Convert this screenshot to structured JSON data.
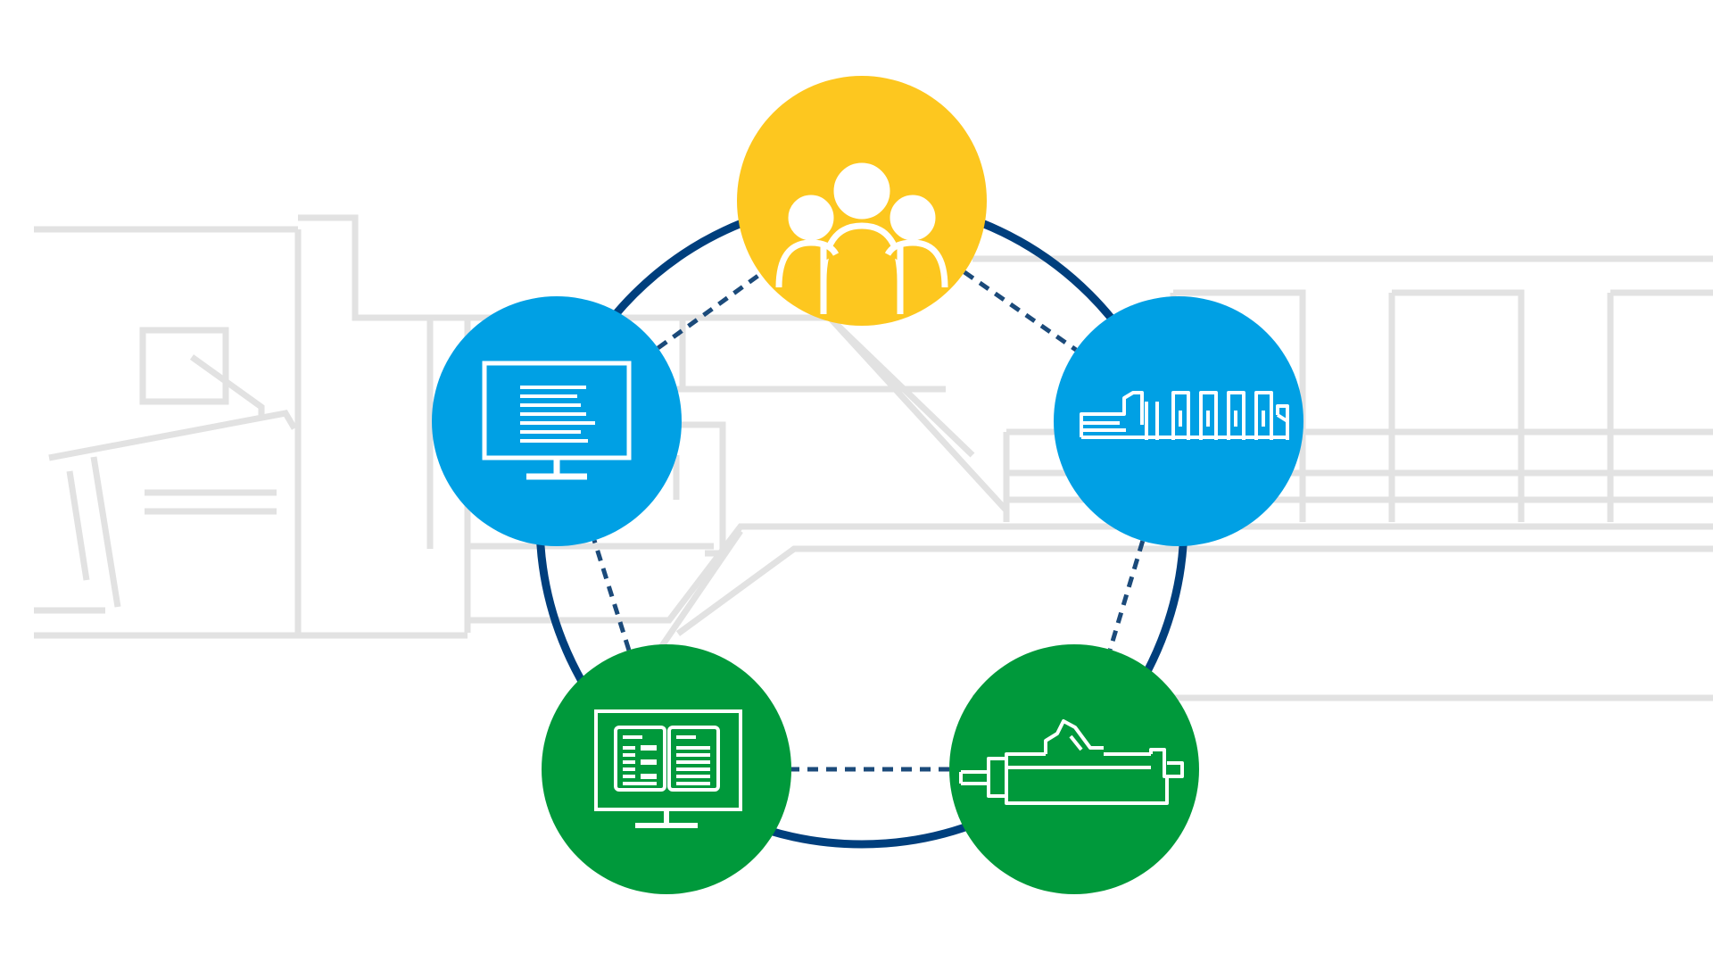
{
  "diagram": {
    "type": "cycle",
    "ring_color": "#003f7d",
    "connector_color": "#1b4a7a",
    "background_line_color": "#e2e2e2",
    "nodes": [
      {
        "id": "people",
        "icon": "people-group-icon",
        "color": "#fdc71f"
      },
      {
        "id": "press",
        "icon": "printing-press-icon",
        "color": "#00a0e4"
      },
      {
        "id": "finishing",
        "icon": "finishing-machine-icon",
        "color": "#00993b"
      },
      {
        "id": "software",
        "icon": "software-dashboard-monitor-icon",
        "color": "#00993b"
      },
      {
        "id": "prepress",
        "icon": "prepress-document-monitor-icon",
        "color": "#00a0e4"
      }
    ],
    "connections": [
      [
        "people",
        "press"
      ],
      [
        "press",
        "finishing"
      ],
      [
        "finishing",
        "software"
      ],
      [
        "software",
        "prepress"
      ],
      [
        "prepress",
        "people"
      ]
    ]
  }
}
